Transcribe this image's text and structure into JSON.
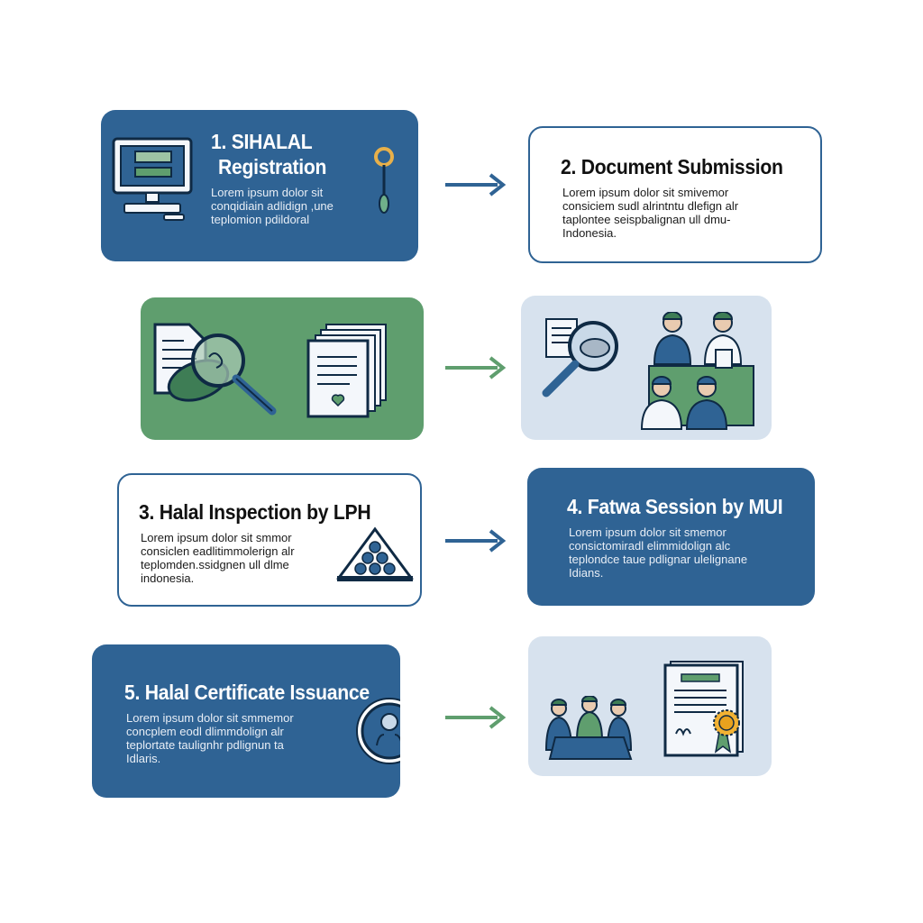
{
  "colors": {
    "blue": "#2f6394",
    "green": "#5f9e6e",
    "pale_blue": "#d7e2ee",
    "arrow_blue": "#2f6394",
    "arrow_green": "#5f9e6e"
  },
  "steps": [
    {
      "title_line1": "1. SIHALAL",
      "title_line2": "Registration",
      "body": [
        "Lorem ipsum dolor sit",
        "conqidiain adlidign ,une",
        "teplomion pdildoral"
      ],
      "icons": [
        "computer-icon",
        "key-icon"
      ]
    },
    {
      "title": "2. Document Submission",
      "body": [
        "Lorem ipsum dolor sit smivemor",
        "consiciem sudl alrintntu dlefign alr",
        "taplontee seispbalignan ull dmu-",
        "Indonesia."
      ]
    },
    {
      "title": "3. Halal Inspection by LPH",
      "body": [
        "Lorem ipsum dolor sit smmor",
        "consiclen eadlitimmolerign alr",
        "teplomden.ssidgnen ull dlme",
        "indonesia."
      ],
      "icons": [
        "pyramid-icon"
      ]
    },
    {
      "title": "4. Fatwa Session by MUI",
      "body": [
        "Lorem ipsum dolor sit smemor",
        "consictomiradl elimmidolign alc",
        "teplondce taue pdlignar ulelignane",
        "Idians."
      ]
    },
    {
      "title": "5. Halal Certificate Issuance",
      "body": [
        "Lorem ipsum dolor sit smmemor",
        "concplem eodl dlimmdolign alr",
        "teplortate taulignhr pdlignun ta",
        "Idlaris."
      ],
      "icons": [
        "person-seal-icon"
      ]
    }
  ],
  "illustrations": [
    {
      "name": "document-magnifier-illustration",
      "icons": [
        "document-icon",
        "magnifier-icon",
        "papers-icon"
      ]
    },
    {
      "name": "inspectors-illustration",
      "icons": [
        "magnifier-icon",
        "people-icon"
      ]
    },
    {
      "name": "certificate-illustration",
      "icons": [
        "people-icon",
        "certificate-icon",
        "seal-icon"
      ]
    }
  ]
}
